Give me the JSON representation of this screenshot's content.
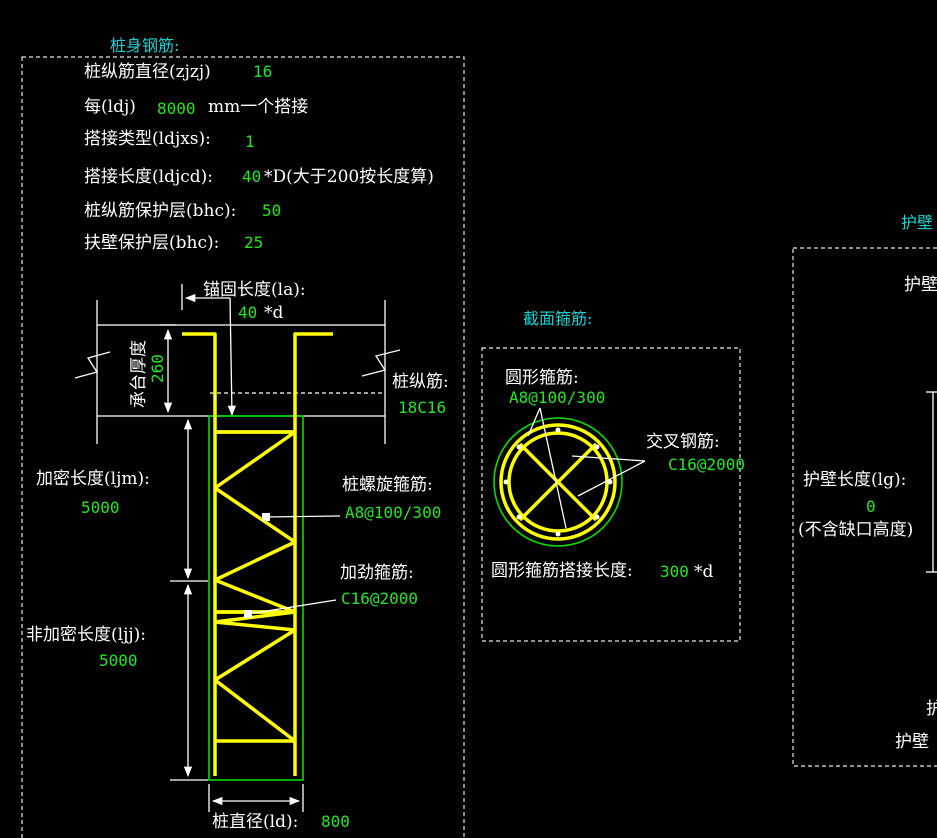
{
  "colors": {
    "background": "#000000",
    "label": "#ffffff",
    "value": "#1ee81e",
    "title": "#19d3d3",
    "rebar": "#ffff00",
    "outline": "#00e000"
  },
  "pile_body": {
    "title": "桩身钢筋:",
    "zjzj_label": "桩纵筋直径(zjzj)",
    "zjzj_value": "16",
    "ldj_prefix": "每(ldj)",
    "ldj_value": "8000",
    "ldj_suffix": "mm一个搭接",
    "ldjxs_label": "搭接类型(ldjxs):",
    "ldjxs_value": "1",
    "ldjcd_label": "搭接长度(ldjcd):",
    "ldjcd_value": "40",
    "ldjcd_suffix": "*D(大于200按长度算)",
    "bhc_label": "桩纵筋保护层(bhc):",
    "bhc_value": "50",
    "fb_bhc_label": "扶壁保护层(bhc):",
    "fb_bhc_value": "25"
  },
  "diagram": {
    "anchor_label": "锚固长度(la):",
    "anchor_value": "40",
    "anchor_unit": "*d",
    "cap_label": "承台厚度",
    "cap_value": "260",
    "long_bar_label": "桩纵筋:",
    "long_bar_value": "18C16",
    "dense_label": "加密长度(ljm):",
    "dense_value": "5000",
    "spiral_label": "桩螺旋箍筋:",
    "spiral_value": "A8@100/300",
    "stiff_label": "加劲箍筋:",
    "stiff_value": "C16@2000",
    "nondense_label": "非加密长度(ljj):",
    "nondense_value": "5000",
    "diameter_label": "桩直径(ld):",
    "diameter_value": "800"
  },
  "section": {
    "title": "截面箍筋:",
    "circle_label": "圆形箍筋:",
    "circle_value": "A8@100/300",
    "cross_label": "交叉钢筋:",
    "cross_value": "C16@2000",
    "lap_label": "圆形箍筋搭接长度:",
    "lap_value": "300",
    "lap_unit": "*d"
  },
  "wall": {
    "title": "护壁",
    "top_label": "护壁",
    "length_label": "护壁长度(lg):",
    "length_value": "0",
    "note": "(不含缺口高度)",
    "bottom_label_1": "护",
    "bottom_label_2": "护壁"
  }
}
